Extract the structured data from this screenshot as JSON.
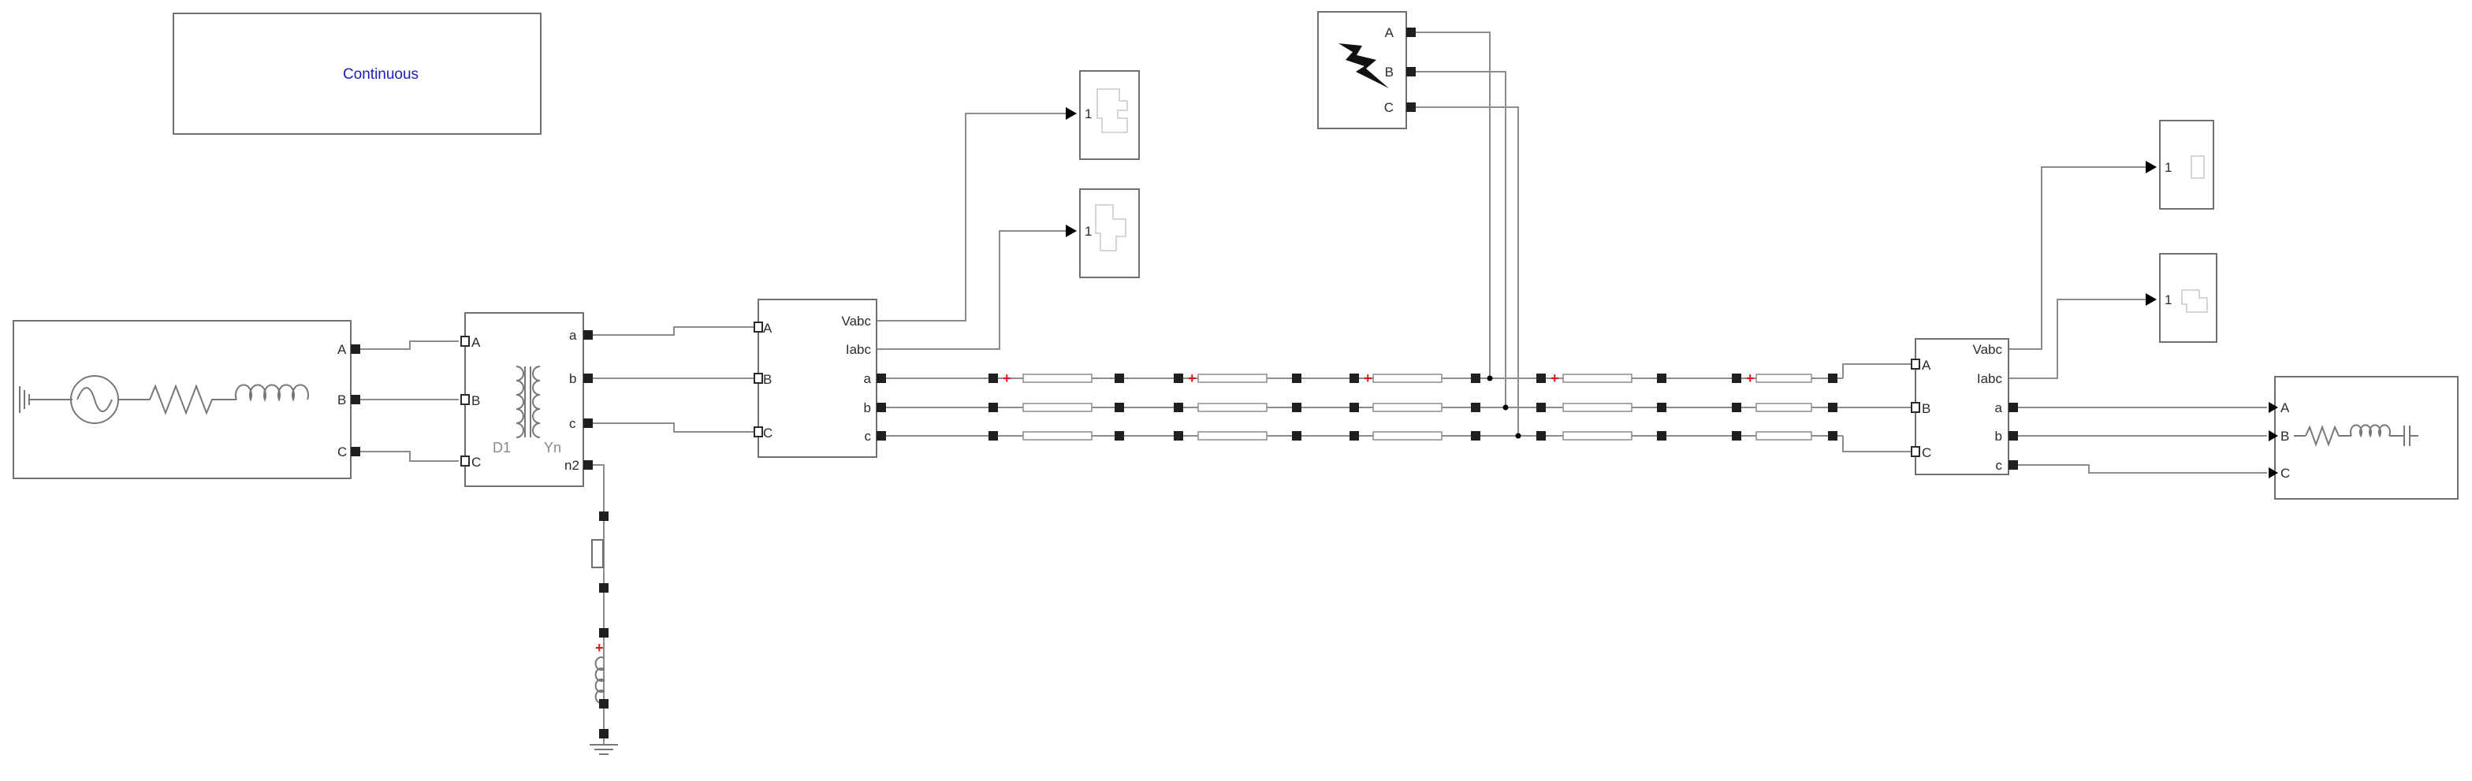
{
  "powergui": {
    "mode": "Continuous"
  },
  "source_block": {
    "ports": [
      "A",
      "B",
      "C"
    ]
  },
  "transformer": {
    "in_ports": [
      "A",
      "B",
      "C"
    ],
    "out_ports": [
      "a",
      "b",
      "c",
      "n2"
    ],
    "winding1": "D1",
    "winding2": "Yn"
  },
  "measurement1": {
    "in_ports": [
      "A",
      "B",
      "C"
    ],
    "out_ports": [
      "Vabc",
      "Iabc",
      "a",
      "b",
      "c"
    ]
  },
  "measurement2": {
    "in_ports": [
      "A",
      "B",
      "C"
    ],
    "out_ports": [
      "Vabc",
      "Iabc",
      "a",
      "b",
      "c"
    ]
  },
  "fault": {
    "ports": [
      "A",
      "B",
      "C"
    ]
  },
  "load": {
    "ports": [
      "A",
      "B",
      "C"
    ]
  },
  "scopes": {
    "port_label": "1"
  },
  "line_sections": {
    "polarity_mark": "+"
  },
  "colors": {
    "wire": "#8c8c8c",
    "block_border": "#6f6f6f",
    "port": "#1f1f1f",
    "polarity": "#e01010",
    "powergui_text": "#1d1db5"
  },
  "icons": [
    "ac-source-icon",
    "resistor-icon",
    "inductor-icon",
    "transformer-coils-icon",
    "lightning-icon",
    "capacitor-icon",
    "ground-icon",
    "scope-icon"
  ]
}
